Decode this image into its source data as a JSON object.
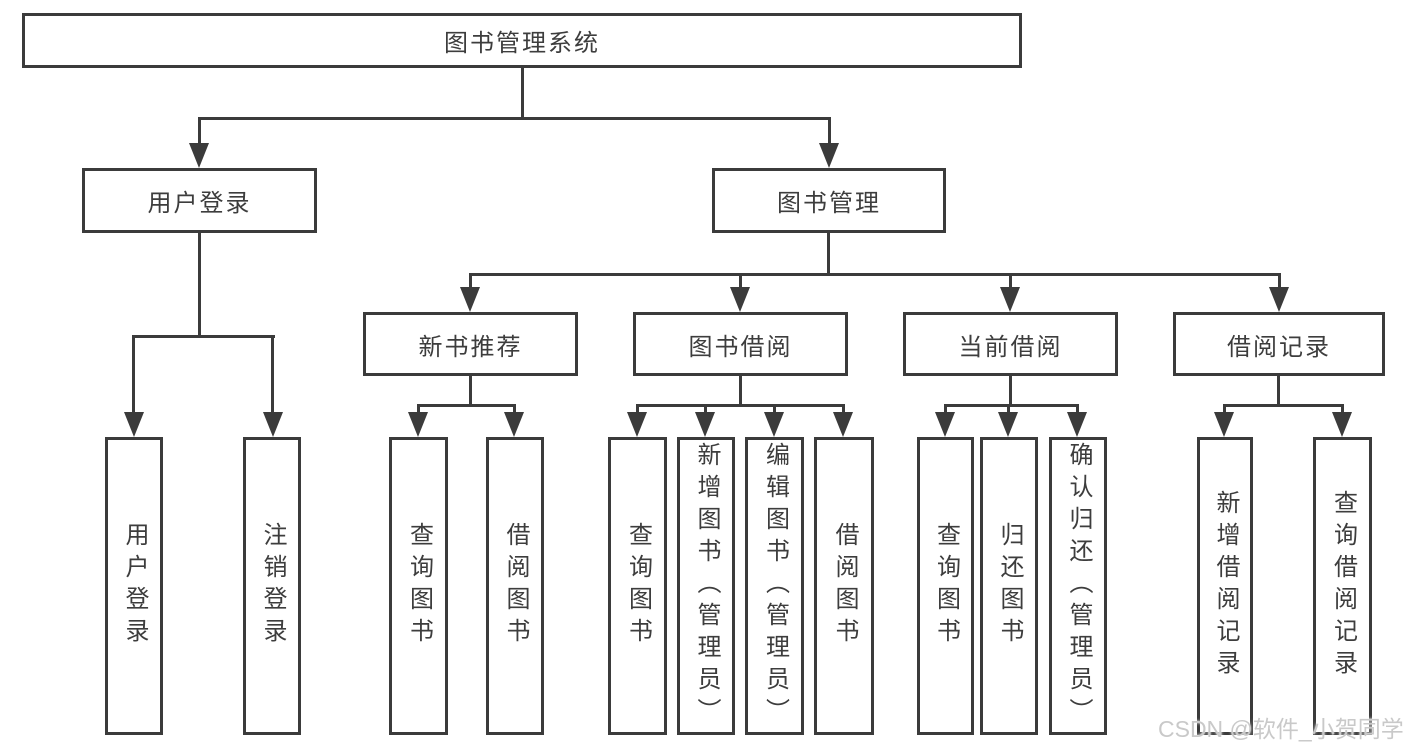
{
  "tree": {
    "root": {
      "label": "图书管理系统"
    },
    "level2": [
      {
        "label": "用户登录",
        "children": [
          {
            "label": "用户登录"
          },
          {
            "label": "注销登录"
          }
        ]
      },
      {
        "label": "图书管理",
        "children": [
          {
            "label": "新书推荐",
            "children": [
              {
                "label": "查询图书"
              },
              {
                "label": "借阅图书"
              }
            ]
          },
          {
            "label": "图书借阅",
            "children": [
              {
                "label": "查询图书"
              },
              {
                "label": "新增图书（管理员）"
              },
              {
                "label": "编辑图书（管理员）"
              },
              {
                "label": "借阅图书"
              }
            ]
          },
          {
            "label": "当前借阅",
            "children": [
              {
                "label": "查询图书"
              },
              {
                "label": "归还图书"
              },
              {
                "label": "确认归还（管理员）"
              }
            ]
          },
          {
            "label": "借阅记录",
            "children": [
              {
                "label": "新增借阅记录"
              },
              {
                "label": "查询借阅记录"
              }
            ]
          }
        ]
      }
    ]
  },
  "watermark": {
    "text": "CSDN @软件_小贺同学"
  },
  "colors": {
    "line": "#3b3b3b",
    "text": "#3d3d3d",
    "background": "#ffffff",
    "watermark": "#c9c9c9"
  }
}
